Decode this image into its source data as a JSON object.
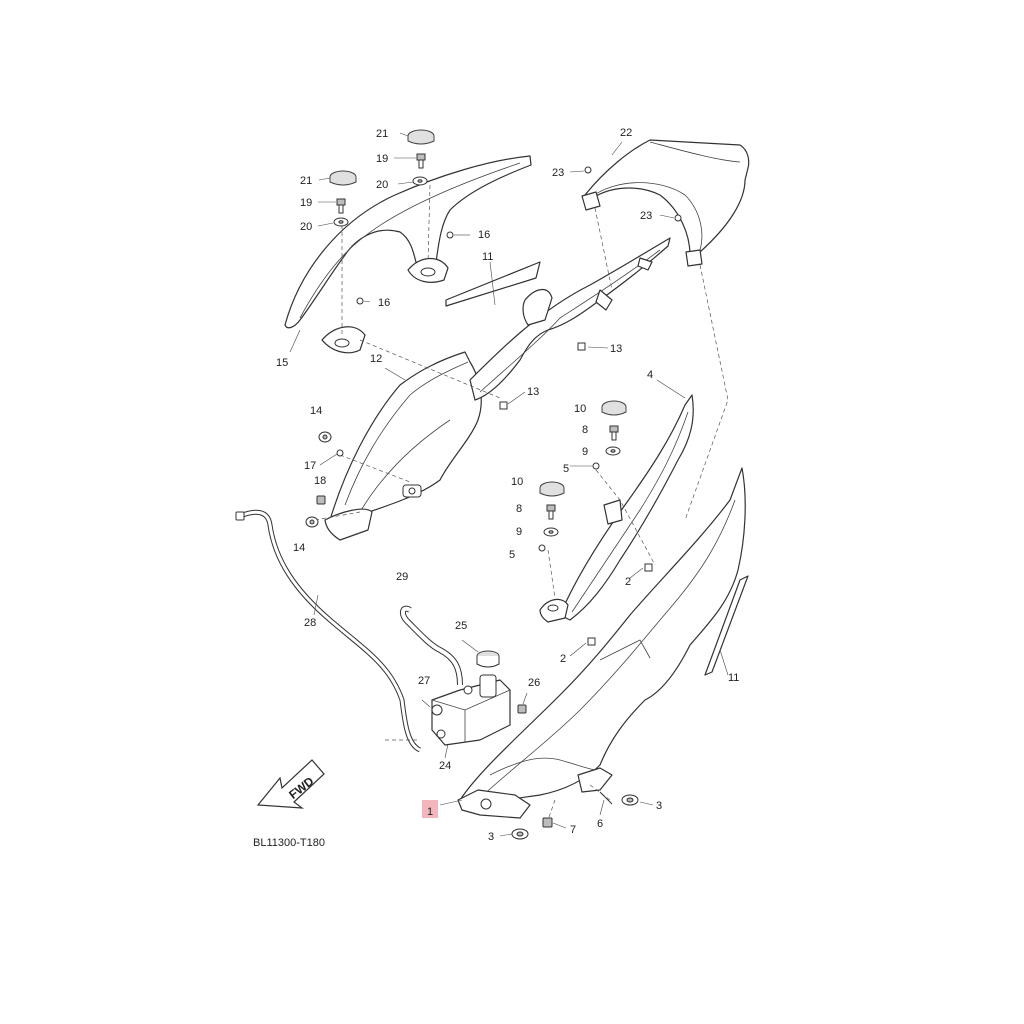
{
  "diagram": {
    "code": "BL11300-T180",
    "fwd_label": "FWD",
    "highlight_color": "#f4b6bd",
    "callouts": [
      {
        "id": "c-21a",
        "text": "21"
      },
      {
        "id": "c-19a",
        "text": "19"
      },
      {
        "id": "c-20a",
        "text": "20"
      },
      {
        "id": "c-21b",
        "text": "21"
      },
      {
        "id": "c-19b",
        "text": "19"
      },
      {
        "id": "c-20b",
        "text": "20"
      },
      {
        "id": "c-16a",
        "text": "16"
      },
      {
        "id": "c-16b",
        "text": "16"
      },
      {
        "id": "c-15",
        "text": "15"
      },
      {
        "id": "c-11a",
        "text": "11"
      },
      {
        "id": "c-22",
        "text": "22"
      },
      {
        "id": "c-23a",
        "text": "23"
      },
      {
        "id": "c-23b",
        "text": "23"
      },
      {
        "id": "c-13a",
        "text": "13"
      },
      {
        "id": "c-13b",
        "text": "13"
      },
      {
        "id": "c-12",
        "text": "12"
      },
      {
        "id": "c-4",
        "text": "4"
      },
      {
        "id": "c-14a",
        "text": "14"
      },
      {
        "id": "c-17",
        "text": "17"
      },
      {
        "id": "c-18",
        "text": "18"
      },
      {
        "id": "c-14b",
        "text": "14"
      },
      {
        "id": "c-10a",
        "text": "10"
      },
      {
        "id": "c-8a",
        "text": "8"
      },
      {
        "id": "c-9a",
        "text": "9"
      },
      {
        "id": "c-5a",
        "text": "5"
      },
      {
        "id": "c-10b",
        "text": "10"
      },
      {
        "id": "c-8b",
        "text": "8"
      },
      {
        "id": "c-9b",
        "text": "9"
      },
      {
        "id": "c-5b",
        "text": "5"
      },
      {
        "id": "c-2a",
        "text": "2"
      },
      {
        "id": "c-2b",
        "text": "2"
      },
      {
        "id": "c-11b",
        "text": "11"
      },
      {
        "id": "c-28",
        "text": "28"
      },
      {
        "id": "c-29",
        "text": "29"
      },
      {
        "id": "c-25",
        "text": "25"
      },
      {
        "id": "c-27",
        "text": "27"
      },
      {
        "id": "c-26",
        "text": "26"
      },
      {
        "id": "c-24",
        "text": "24"
      },
      {
        "id": "c-1",
        "text": "1"
      },
      {
        "id": "c-3a",
        "text": "3"
      },
      {
        "id": "c-6",
        "text": "6"
      },
      {
        "id": "c-3b",
        "text": "3"
      },
      {
        "id": "c-7",
        "text": "7"
      }
    ]
  }
}
